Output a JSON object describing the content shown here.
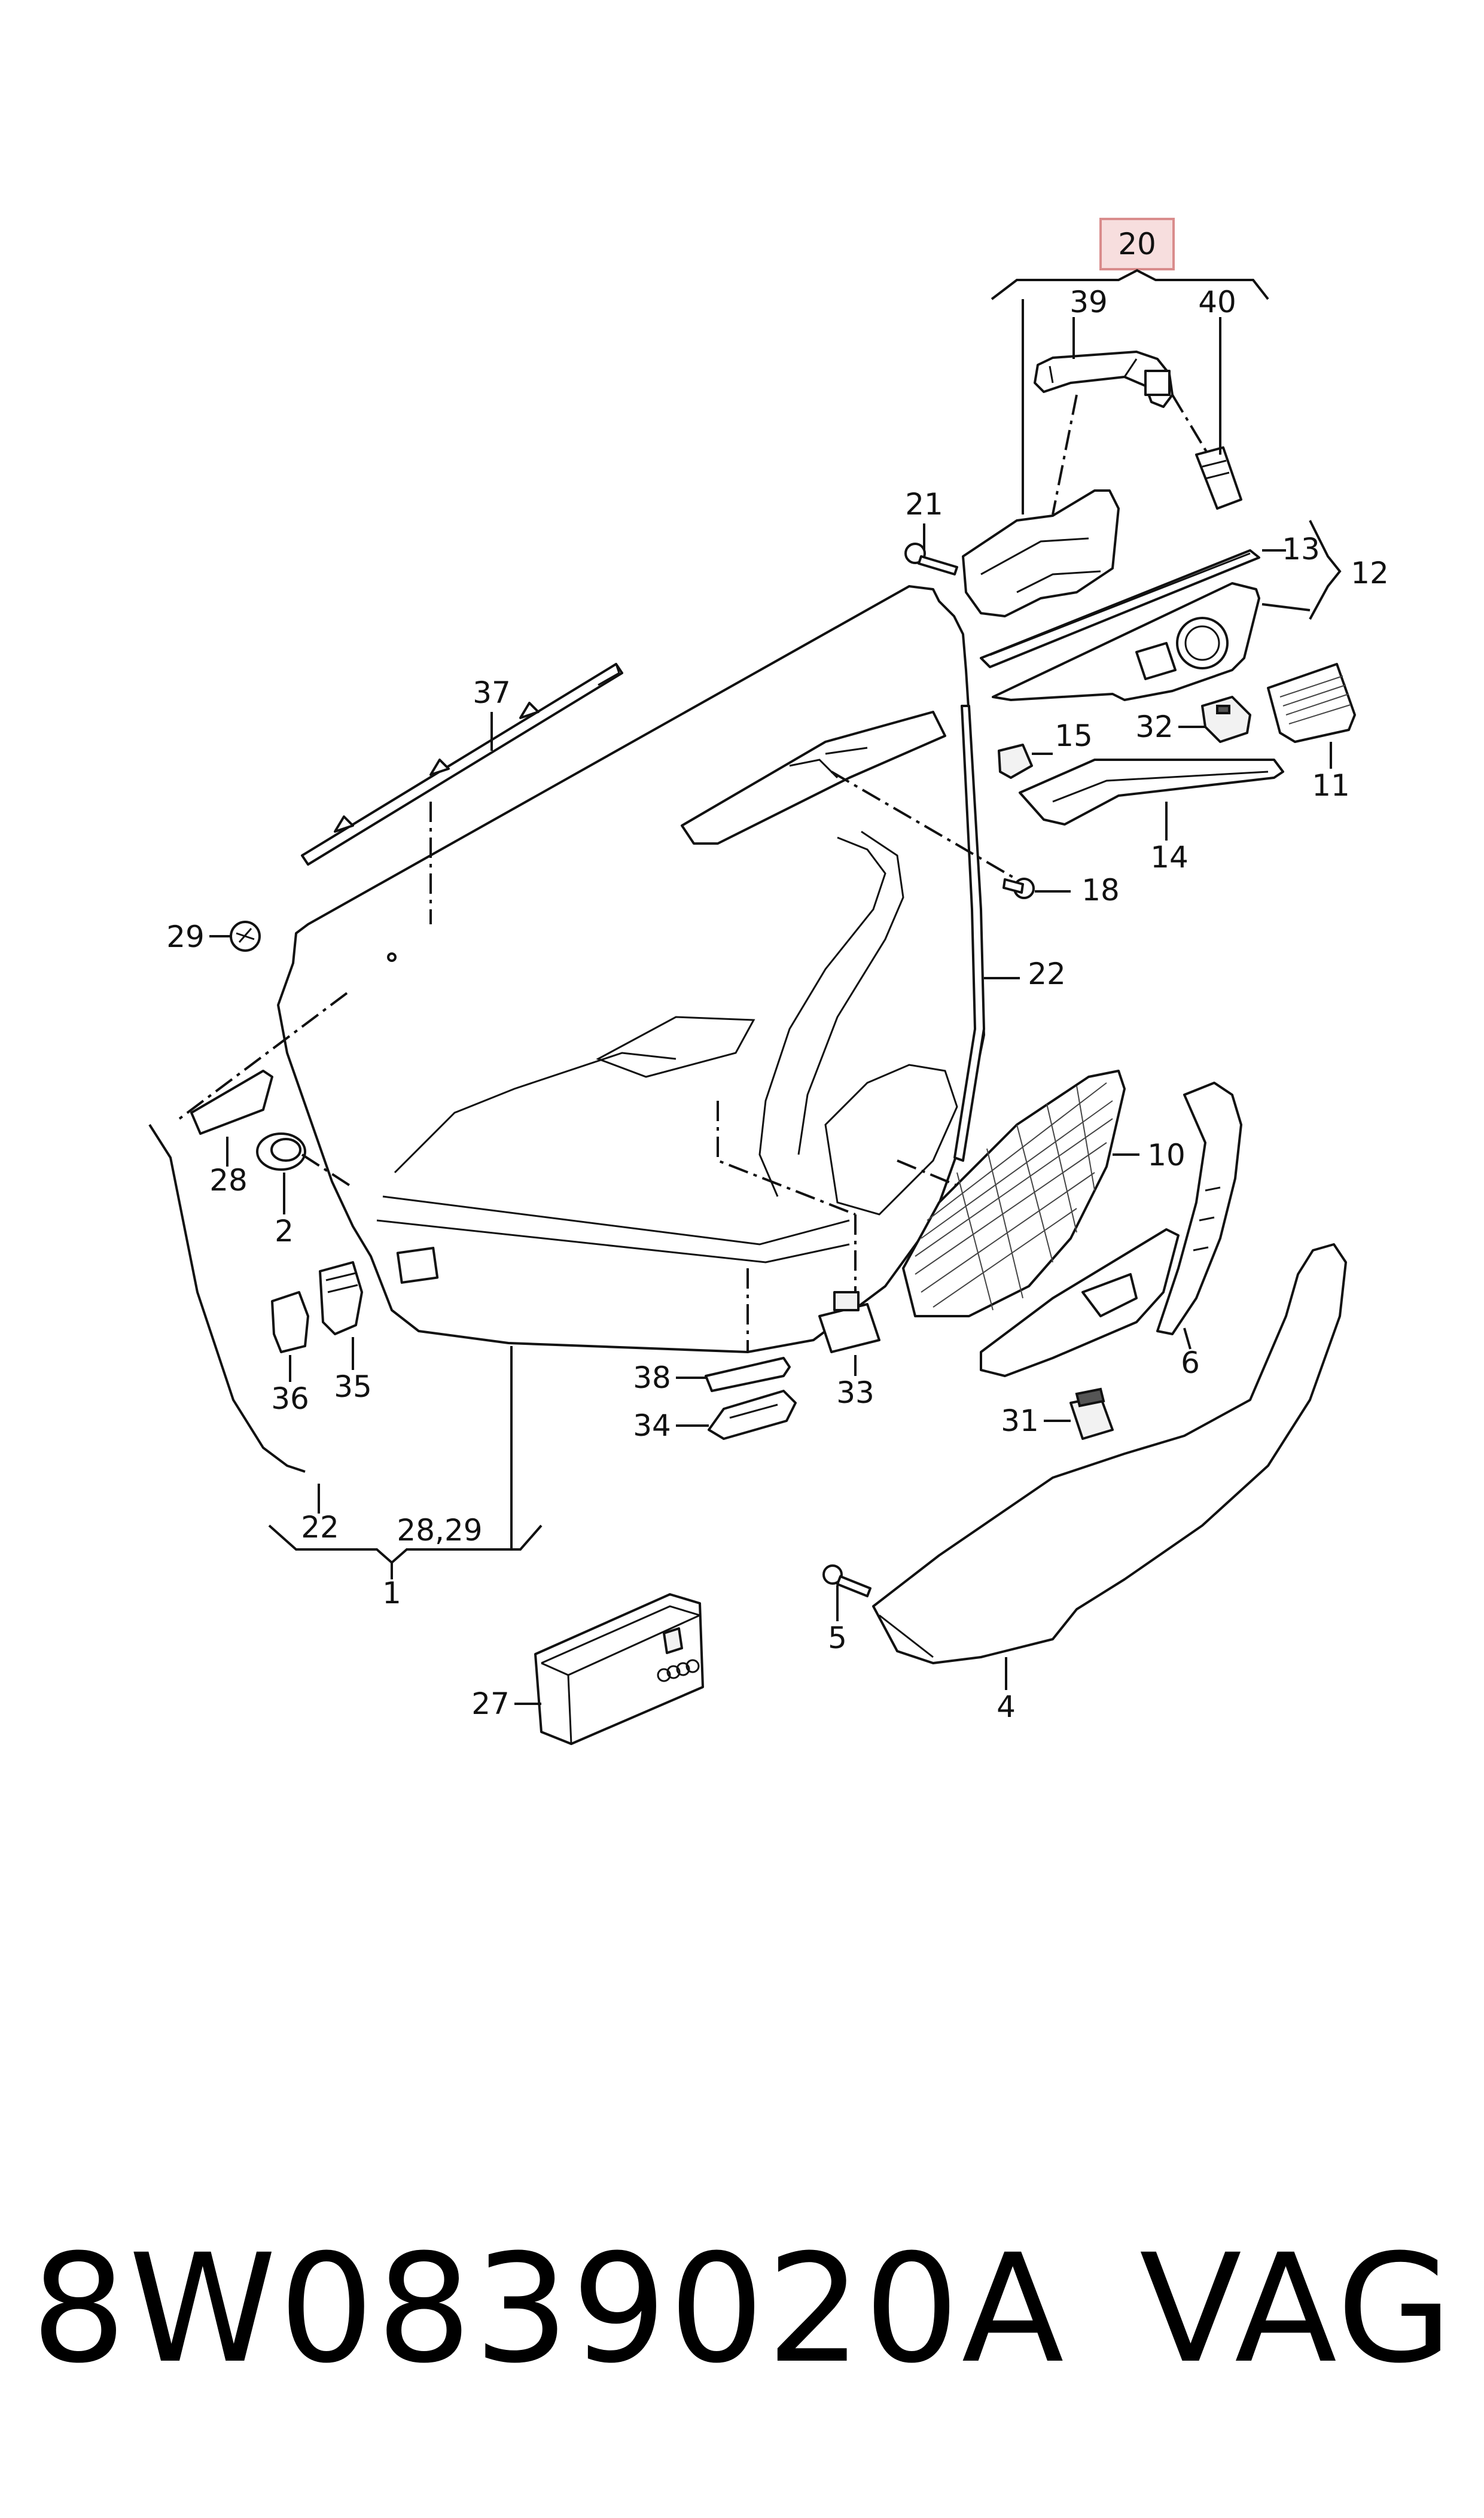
{
  "highlight_color": "#f7dede",
  "highlight_border": "#d98c8c",
  "labels": {
    "l20": "20",
    "l39": "39",
    "l40": "40",
    "l21": "21",
    "l13": "13",
    "l12": "12",
    "l37": "37",
    "l32": "32",
    "l11": "11",
    "l15": "15",
    "l14": "14",
    "l18": "18",
    "l29": "29",
    "l22a": "22",
    "l10": "10",
    "l28": "28",
    "l2": "2",
    "l6": "6",
    "l36": "36",
    "l35": "35",
    "l38": "38",
    "l33": "33",
    "l34": "34",
    "l31": "31",
    "l22b": "22",
    "l2829": "28,29",
    "l1": "1",
    "l5": "5",
    "l27": "27",
    "l4": "4"
  },
  "footer": {
    "part_number": "8W0839020A",
    "brand": "VAG"
  }
}
